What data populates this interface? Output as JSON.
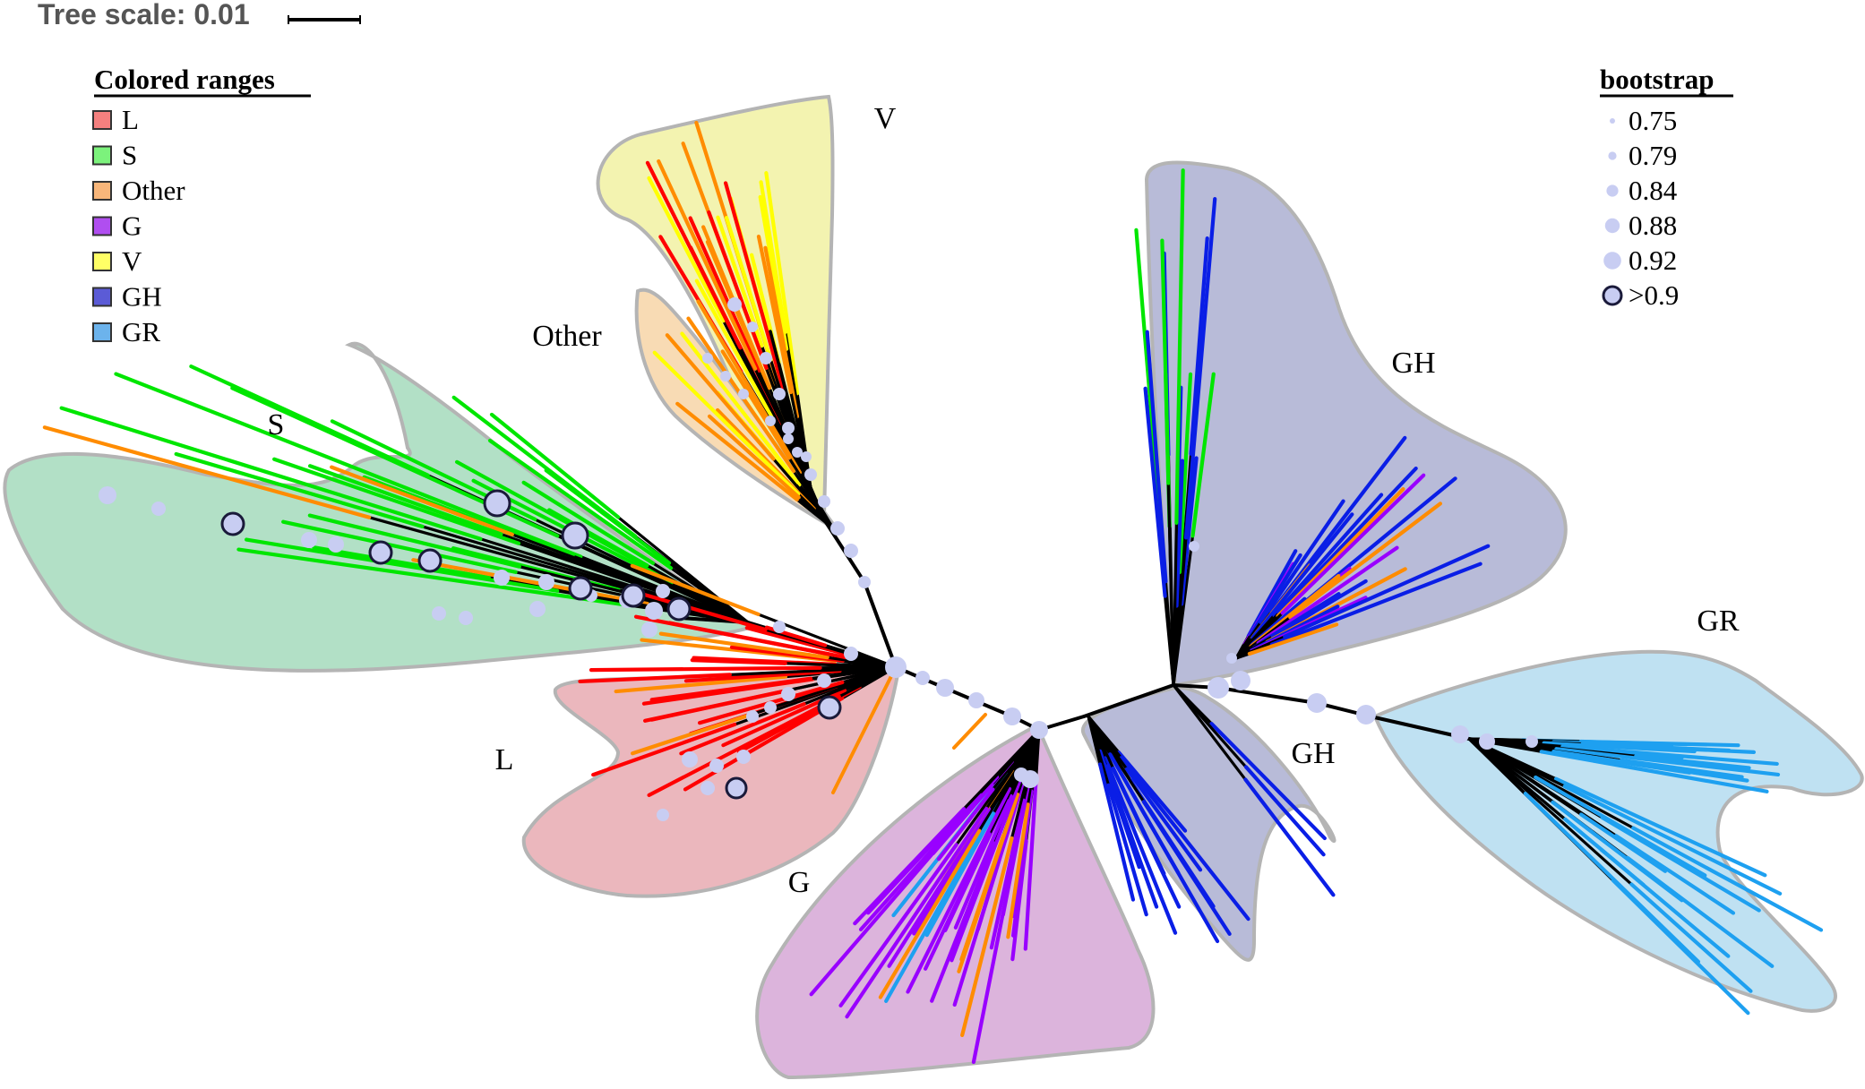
{
  "scale_bar": {
    "label": "Tree scale: 0.01"
  },
  "legend_ranges": {
    "title": "Colored ranges",
    "items": [
      {
        "label": "L",
        "color": "#f4807f"
      },
      {
        "label": "S",
        "color": "#7cf27c"
      },
      {
        "label": "Other",
        "color": "#f8b67a"
      },
      {
        "label": "G",
        "color": "#b04ef0"
      },
      {
        "label": "V",
        "color": "#ffff66"
      },
      {
        "label": "GH",
        "color": "#5b5bd6"
      },
      {
        "label": "GR",
        "color": "#6cb3ec"
      }
    ]
  },
  "legend_bootstrap": {
    "title": "bootstrap",
    "items": [
      {
        "label": "0.75",
        "level": 0.75
      },
      {
        "label": "0.79",
        "level": 0.79
      },
      {
        "label": "0.84",
        "level": 0.84
      },
      {
        "label": "0.88",
        "level": 0.88
      },
      {
        "label": "0.92",
        "level": 0.92
      },
      {
        "label": ">0.9",
        "level": 0.95,
        "outlined": true
      }
    ]
  },
  "clades": [
    {
      "id": "v",
      "label": "V",
      "fill": "#f3f3b0"
    },
    {
      "id": "other",
      "label": "Other",
      "fill": "#f8dbb4"
    },
    {
      "id": "s",
      "label": "S",
      "fill": "#b2e0c6"
    },
    {
      "id": "l",
      "label": "L",
      "fill": "#ebb7bd"
    },
    {
      "id": "g",
      "label": "G",
      "fill": "#dcb4dc"
    },
    {
      "id": "gh1",
      "label": "GH",
      "fill": "#b8bbd8"
    },
    {
      "id": "gh2",
      "label": "GH",
      "fill": "#b8bbd8"
    },
    {
      "id": "gr",
      "label": "GR",
      "fill": "#bfe1f2"
    }
  ],
  "colors": {
    "L": "#ff0000",
    "S": "#00e600",
    "Other": "#ff8c00",
    "G": "#9900ff",
    "V": "#ffff00",
    "GH": "#0a1ee6",
    "GR": "#1ea0f0",
    "node": "#c8cdf2",
    "branch": "#000000",
    "hull_stroke": "#b4b4b4"
  }
}
